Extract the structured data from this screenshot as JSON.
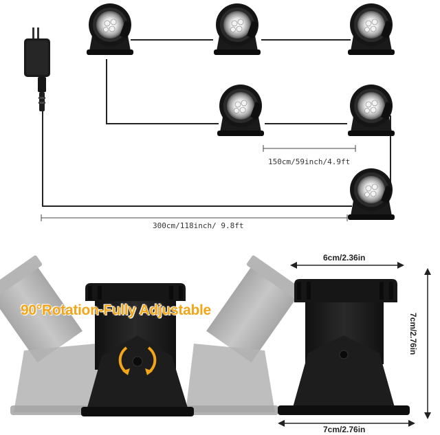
{
  "top_section": {
    "short_cable_length": "150cm/59inch/4.9ft",
    "long_cable_length": "300cm/118inch/ 9.8ft"
  },
  "bottom_section": {
    "rotation_headline": "90°Rotation-Fully Adjustable",
    "top_width": "6cm/2.36in",
    "height": "7cm/2.76in",
    "base_width": "7cm/2.76in"
  },
  "colors": {
    "headline": "#f2a516",
    "body": "#1c1c1c",
    "ghost": "#9a9a9a",
    "cable": "#222222"
  }
}
